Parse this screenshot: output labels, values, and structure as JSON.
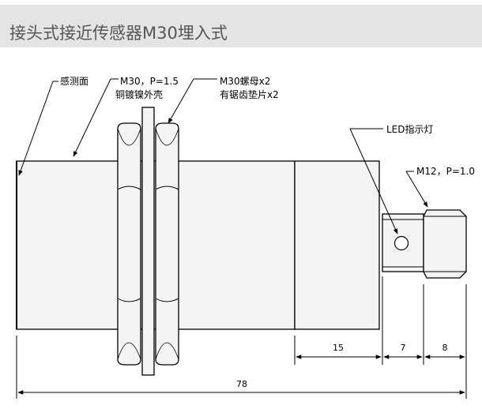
{
  "title": "接头式接近传感器M30埋入式",
  "labels": {
    "sensing_face": "感测面",
    "thread_spec": "M30，P=1.5",
    "housing": "铜镀镍外壳",
    "nut_spec": "M30螺母x2",
    "washer": "有锯齿垫片x2",
    "led": "LED指示灯",
    "connector": "M12，P=1.0"
  },
  "dimensions": {
    "body_tail": "15",
    "neck": "7",
    "connector": "8",
    "overall": "78"
  }
}
